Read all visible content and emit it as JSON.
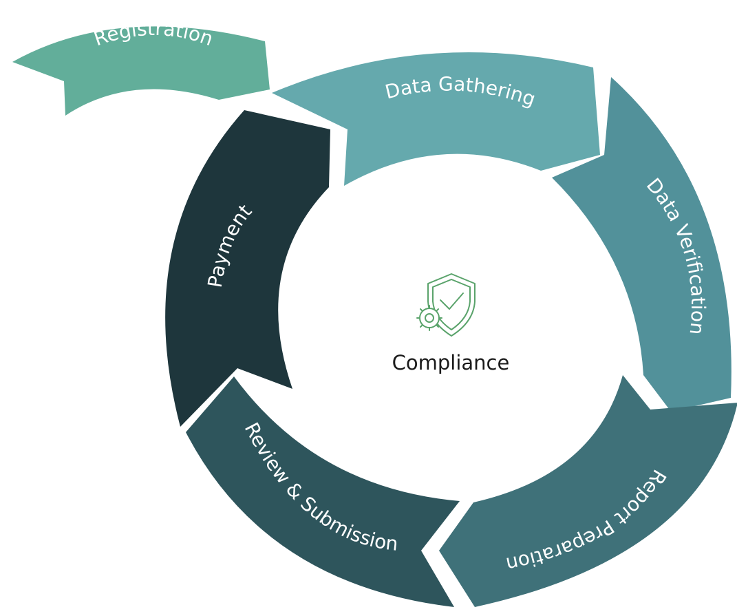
{
  "center": {
    "label": "Compliance",
    "icon": "shield-check-gear-icon"
  },
  "steps": [
    {
      "id": "registration",
      "label": "Registration",
      "color": "#62ae9a"
    },
    {
      "id": "data-gathering",
      "label": "Data Gathering",
      "color": "#65a9ad"
    },
    {
      "id": "data-verification",
      "label": "Data Verification",
      "color": "#52919a"
    },
    {
      "id": "report-preparation",
      "label": "Report Preparation",
      "color": "#3f7179"
    },
    {
      "id": "review-submission",
      "label": "Review & Submission",
      "color": "#2e555c"
    },
    {
      "id": "payment",
      "label": "Payment",
      "color": "#1e363c"
    }
  ],
  "colors": {
    "icon_stroke": "#5aa36b",
    "text_light": "#ffffff",
    "text_dark": "#1a1a1a"
  }
}
